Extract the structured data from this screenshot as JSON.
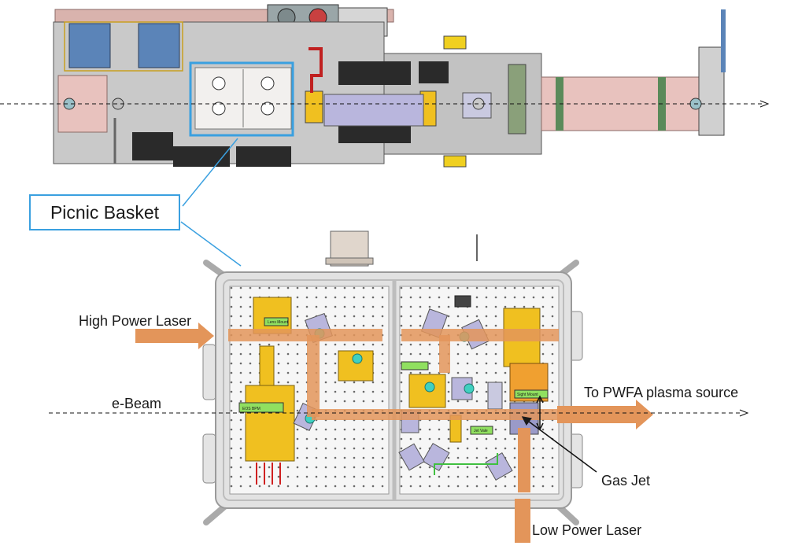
{
  "labels": {
    "callout": "Picnic Basket",
    "high_power_laser": "High Power Laser",
    "e_beam": "e-Beam",
    "to_pwfa": "To PWFA plasma source",
    "gas_jet": "Gas Jet",
    "low_power_laser": "Low Power Laser"
  },
  "colors": {
    "callout_border": "#3aa0e0",
    "laser_beam": "#e3955a",
    "chamber_frame": "#c4c4c4",
    "breadboard": "#f2f2f2",
    "mount_yellow": "#f0c020",
    "beamline_pipe": "#e8c2be"
  }
}
